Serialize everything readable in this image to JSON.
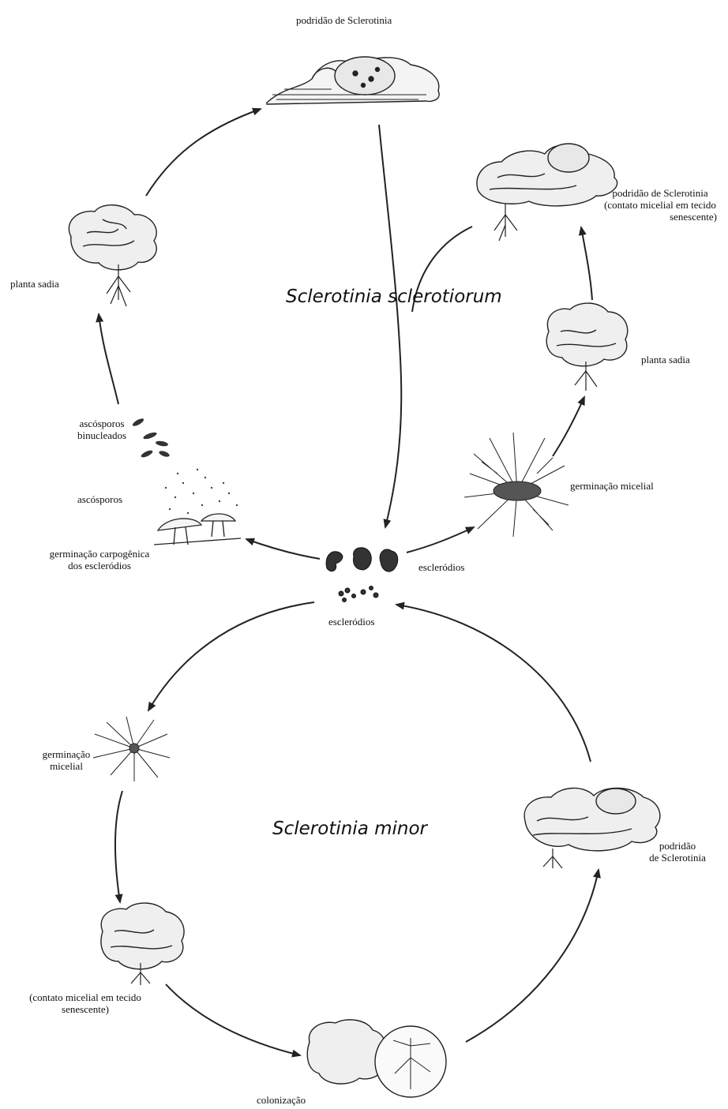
{
  "title_top": "Sclerotinia sclerotiorum",
  "title_bottom": "Sclerotinia minor",
  "labels": {
    "podridao_top": "podridão de Sclerotinia",
    "podridao_right_1": "podridão de Sclerotinia",
    "podridao_right_2": "(contato micelial em tecido",
    "podridao_right_3": "senescente)",
    "planta_sadia_left": "planta sadia",
    "planta_sadia_right": "planta sadia",
    "ascosporos_1": "ascósporos",
    "ascosporos_2": "binucleados",
    "escosporos": "ascósporos",
    "germinacao_carp_1": "germinação carpogênica",
    "germinacao_carp_2": "dos escleródios",
    "escleródios_right": "escleródios",
    "escleródios_center": "escleródios",
    "germinacao_mic_right": "germinação micelial",
    "germinacao_mic_left_1": "germinação",
    "germinacao_mic_left_2": "micelial",
    "podridao_bottom_1": "podridão",
    "podridao_bottom_2": "de Sclerotinia",
    "contato_1": "(contato micelial em tecido",
    "contato_2": "senescente)",
    "colonizacao": "colonização"
  }
}
